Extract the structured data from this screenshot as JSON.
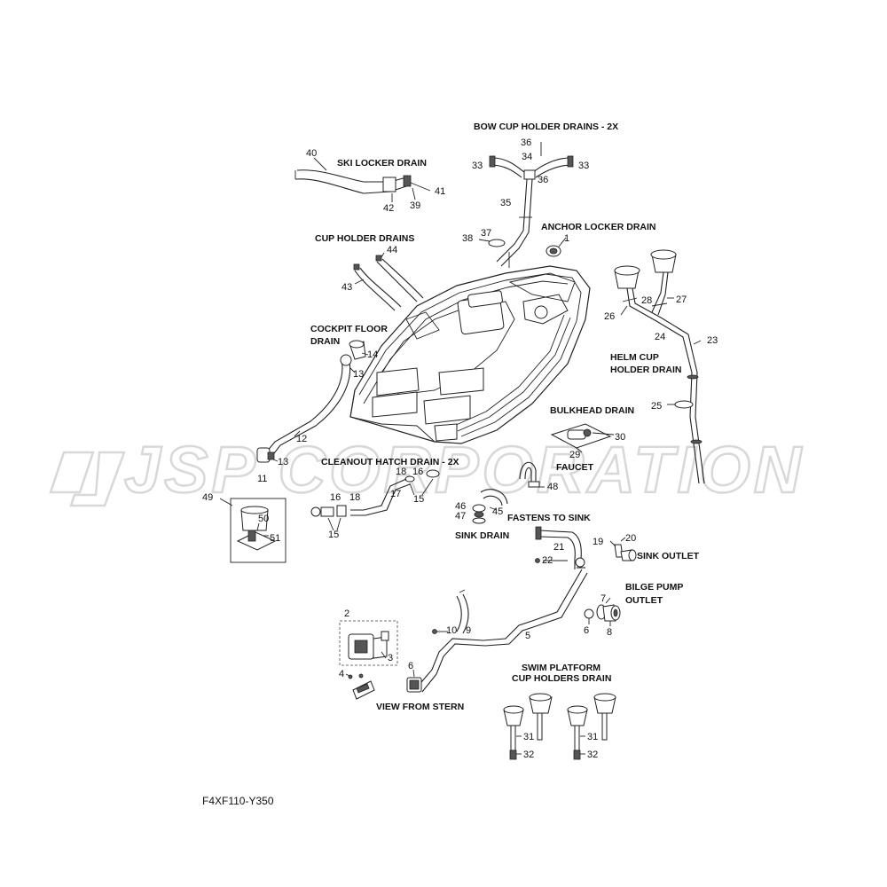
{
  "watermark": {
    "text": "JSP CORPORATION",
    "logo": "jsp-logo"
  },
  "diagram_code": "F4XF110-Y350",
  "labels": {
    "bow_cup": "BOW CUP HOLDER DRAINS - 2X",
    "ski_locker": "SKI LOCKER DRAIN",
    "anchor_locker": "ANCHOR LOCKER DRAIN",
    "cup_holder": "CUP HOLDER DRAINS",
    "cockpit_floor_1": "COCKPIT FLOOR",
    "cockpit_floor_2": "DRAIN",
    "helm_cup_1": "HELM CUP",
    "helm_cup_2": "HOLDER DRAIN",
    "bulkhead": "BULKHEAD DRAIN",
    "cleanout": "CLEANOUT HATCH DRAIN - 2X",
    "faucet": "FAUCET",
    "fastens": "FASTENS TO SINK",
    "sink_drain": "SINK DRAIN",
    "sink_outlet": "SINK OUTLET",
    "bilge_1": "BILGE PUMP",
    "bilge_2": "OUTLET",
    "view_stern": "VIEW FROM STERN",
    "swim_1": "SWIM PLATFORM",
    "swim_2": "CUP HOLDERS DRAIN"
  },
  "callouts": {
    "n1": "1",
    "n2": "2",
    "n3": "3",
    "n4": "4",
    "n5": "5",
    "n6a": "6",
    "n6b": "6",
    "n7": "7",
    "n8": "8",
    "n9": "9",
    "n10": "10",
    "n11": "11",
    "n12": "12",
    "n13a": "13",
    "n13b": "13",
    "n14": "14",
    "n15a": "15",
    "n15b": "15",
    "n16a": "16",
    "n16b": "16",
    "n17": "17",
    "n18a": "18",
    "n18b": "18",
    "n19": "19",
    "n20": "20",
    "n21": "21",
    "n22": "22",
    "n23": "23",
    "n24": "24",
    "n25": "25",
    "n26": "26",
    "n27": "27",
    "n28": "28",
    "n29": "29",
    "n30": "30",
    "n31a": "31",
    "n31b": "31",
    "n32a": "32",
    "n32b": "32",
    "n33a": "33",
    "n33b": "33",
    "n34": "34",
    "n35": "35",
    "n36a": "36",
    "n36b": "36",
    "n37": "37",
    "n38": "38",
    "n39": "39",
    "n40": "40",
    "n41": "41",
    "n42": "42",
    "n43": "43",
    "n44": "44",
    "n45": "45",
    "n46": "46",
    "n47": "47",
    "n48": "48",
    "n49": "49",
    "n50": "50",
    "n51": "51"
  }
}
